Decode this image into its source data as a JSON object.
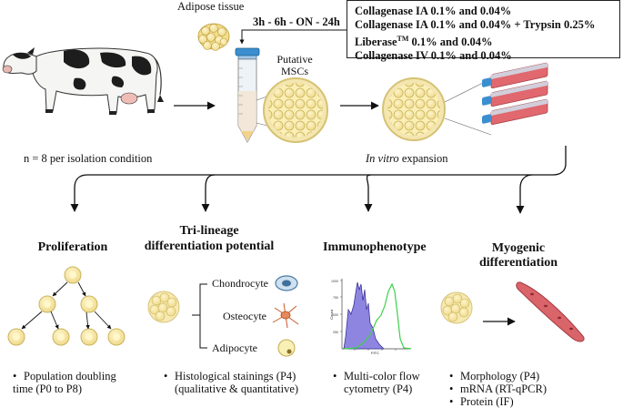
{
  "top": {
    "adipose_label": "Adipose tissue",
    "time_label": "3h - 6h - ON - 24h",
    "putative_label": "Putative\nMSCs",
    "n_label": "n = 8 per isolation condition",
    "expansion_prefix": "In vitro",
    "expansion_suffix": " expansion"
  },
  "conditions": [
    "Collagenase IA 0.1% and 0.04%",
    "Collagenase IA 0.1% and 0.04% + Trypsin 0.25%",
    "Liberase",
    "TM",
    " 0.1% and 0.04%",
    "Collagenase IV 0.1% and 0.04%"
  ],
  "sections": {
    "proliferation": {
      "title": "Proliferation",
      "bullets": [
        "Population doubling",
        "time (P0 to P8)"
      ]
    },
    "trilineage": {
      "title_1": "Tri-lineage",
      "title_2": "differentiation potential",
      "cells": [
        "Chondrocyte",
        "Osteocyte",
        "Adipocyte"
      ],
      "bullets": [
        "Histological stainings (P4)",
        "(qualitative & quantitative)"
      ]
    },
    "immuno": {
      "title": "Immunophenotype",
      "y_axis": "Count",
      "x_axis": "FITC",
      "bullets": [
        "Multi-color flow",
        "cytometry (P4)"
      ]
    },
    "myogenic": {
      "title_1": "Myogenic",
      "title_2": "differentiation",
      "bullets": [
        "Morphology (P4)",
        "mRNA (RT-qPCR)",
        "Protein (IF)"
      ]
    }
  },
  "colors": {
    "cell_fill": "#f6e7a6",
    "cell_edge": "#c9b45c",
    "flask_red": "#e0686e",
    "tube_blue": "#3b8fd0",
    "histo_purple": "#8d85e0",
    "histo_green": "#3fd14a",
    "muscle_red": "#d9646a"
  },
  "bullet_char": "•"
}
